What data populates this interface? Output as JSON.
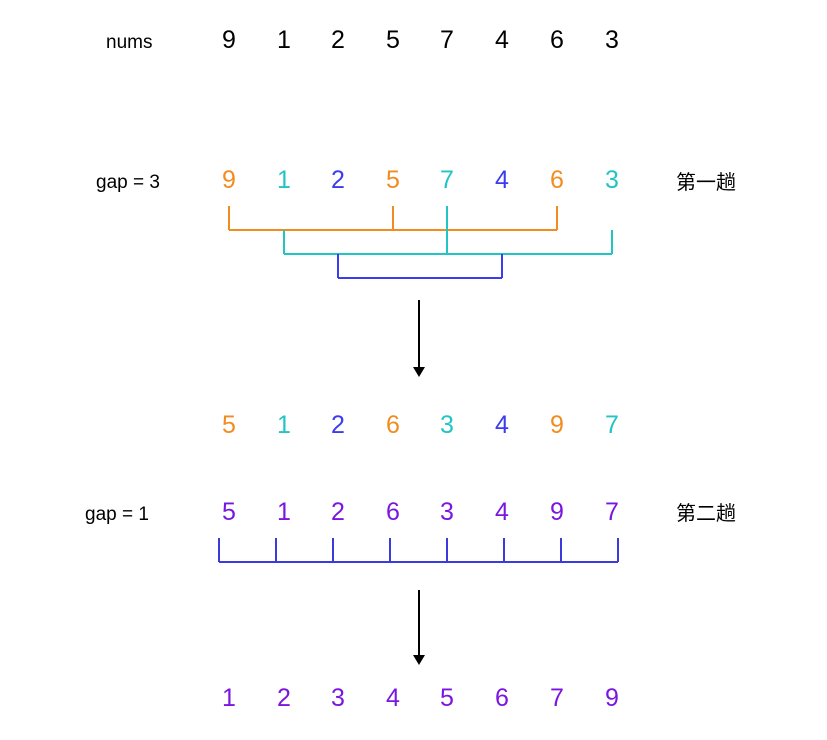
{
  "nums_row": {
    "label": "nums",
    "values": [
      "9",
      "1",
      "2",
      "5",
      "7",
      "4",
      "6",
      "3"
    ]
  },
  "pass1": {
    "gap_label": "gap = 3",
    "pass_label": "第一趟",
    "values": [
      "9",
      "1",
      "2",
      "5",
      "7",
      "4",
      "6",
      "3"
    ],
    "groups": [
      0,
      1,
      2,
      0,
      1,
      2,
      0,
      1
    ],
    "group_colors": [
      "#f28c1f",
      "#22c4c4",
      "#3b3bf0"
    ]
  },
  "after_pass1": {
    "values": [
      "5",
      "1",
      "2",
      "6",
      "3",
      "4",
      "9",
      "7"
    ],
    "groups": [
      0,
      1,
      2,
      0,
      1,
      2,
      0,
      1
    ]
  },
  "pass2": {
    "gap_label": "gap = 1",
    "pass_label": "第二趟",
    "values": [
      "5",
      "1",
      "2",
      "6",
      "3",
      "4",
      "9",
      "7"
    ],
    "value_color": "#7b16e0",
    "bracket_color": "#3b3bdb"
  },
  "result": {
    "values": [
      "1",
      "2",
      "3",
      "4",
      "5",
      "6",
      "7",
      "9"
    ],
    "value_color": "#7b16e0"
  }
}
